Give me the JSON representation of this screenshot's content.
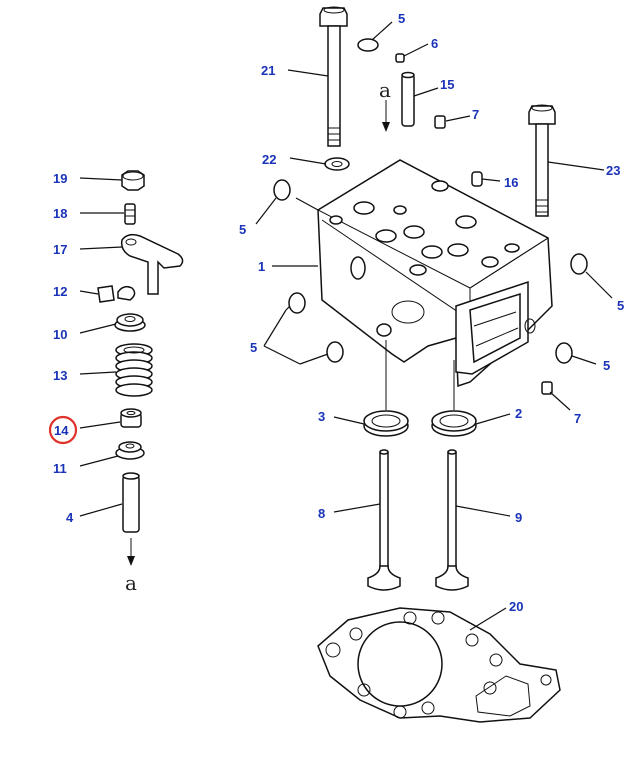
{
  "diagram": {
    "highlight_color": "#e0312b",
    "label_color": "#1a33b8",
    "callouts": [
      {
        "id": "c19",
        "text": "19"
      },
      {
        "id": "c18",
        "text": "18"
      },
      {
        "id": "c17",
        "text": "17"
      },
      {
        "id": "c12",
        "text": "12"
      },
      {
        "id": "c10",
        "text": "10"
      },
      {
        "id": "c13",
        "text": "13"
      },
      {
        "id": "c14",
        "text": "14"
      },
      {
        "id": "c11",
        "text": "11"
      },
      {
        "id": "c4",
        "text": "4"
      },
      {
        "id": "c5a",
        "text": "5"
      },
      {
        "id": "c6",
        "text": "6"
      },
      {
        "id": "c21",
        "text": "21"
      },
      {
        "id": "c15",
        "text": "15"
      },
      {
        "id": "c7a",
        "text": "7"
      },
      {
        "id": "c22",
        "text": "22"
      },
      {
        "id": "c16",
        "text": "16"
      },
      {
        "id": "c23",
        "text": "23"
      },
      {
        "id": "c5b",
        "text": "5"
      },
      {
        "id": "c1",
        "text": "1"
      },
      {
        "id": "c5c",
        "text": "5"
      },
      {
        "id": "c5d",
        "text": "5"
      },
      {
        "id": "c5e",
        "text": "5"
      },
      {
        "id": "c7b",
        "text": "7"
      },
      {
        "id": "c3",
        "text": "3"
      },
      {
        "id": "c2",
        "text": "2"
      },
      {
        "id": "c8",
        "text": "8"
      },
      {
        "id": "c9",
        "text": "9"
      },
      {
        "id": "c20",
        "text": "20"
      }
    ],
    "reference_top": "a",
    "reference_bottom": "a"
  }
}
